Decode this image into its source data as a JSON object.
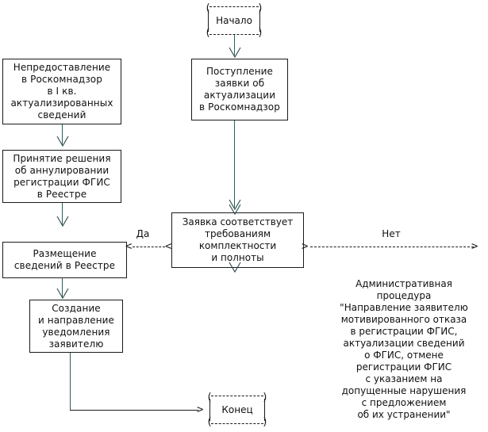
{
  "diagram": {
    "title": "Flowchart: actualization request processing",
    "colors": {
      "stroke": "#1a1a1a",
      "connector": "#3a5a5a",
      "text": "#111111",
      "background": "#ffffff"
    }
  },
  "nodes": {
    "start": {
      "label": "Начало",
      "type": "terminal"
    },
    "intake": {
      "label": "Поступление\nзаявки об\nактуализации\nв Роскомнадзор",
      "type": "process"
    },
    "nonsubmission": {
      "label": "Непредоставление\nв Роскомнадзор\nв I кв.\nактуализированных\nсведений",
      "type": "process"
    },
    "annulment": {
      "label": "Принятие решения\nоб аннулировании\nрегистрации ФГИС\nв Реестре",
      "type": "process"
    },
    "decision": {
      "label": "Заявка соответствует\nтребованиям\nкомплектности\nи полноты",
      "type": "decision"
    },
    "publish": {
      "label": "Размещение\nсведений в Реестре",
      "type": "process"
    },
    "notify": {
      "label": "Создание\nи направление\nуведомления\nзаявителю",
      "type": "process"
    },
    "end": {
      "label": "Конец",
      "type": "terminal"
    }
  },
  "edge_labels": {
    "yes": "Да",
    "no": "Нет"
  },
  "annotations": {
    "admin_procedure": "Административная\nпроцедура\n\"Направление заявителю\nмотивированного отказа\nв регистрации ФГИС,\nактуализации сведений\nо ФГИС, отмене\nрегистрации ФГИС\nс указанием на\nдопущенные нарушения\nс предложением\nоб их устранении\""
  },
  "connectors": {
    "decision_left_glyph": "<",
    "decision_right_glyph": ">",
    "decision_bottom_glyph": "V",
    "yes_arrow_head": "<",
    "no_arrow_head": ">",
    "end_arrow_head": ">",
    "terminal_corner_left": "(",
    "terminal_corner_right": ")"
  }
}
